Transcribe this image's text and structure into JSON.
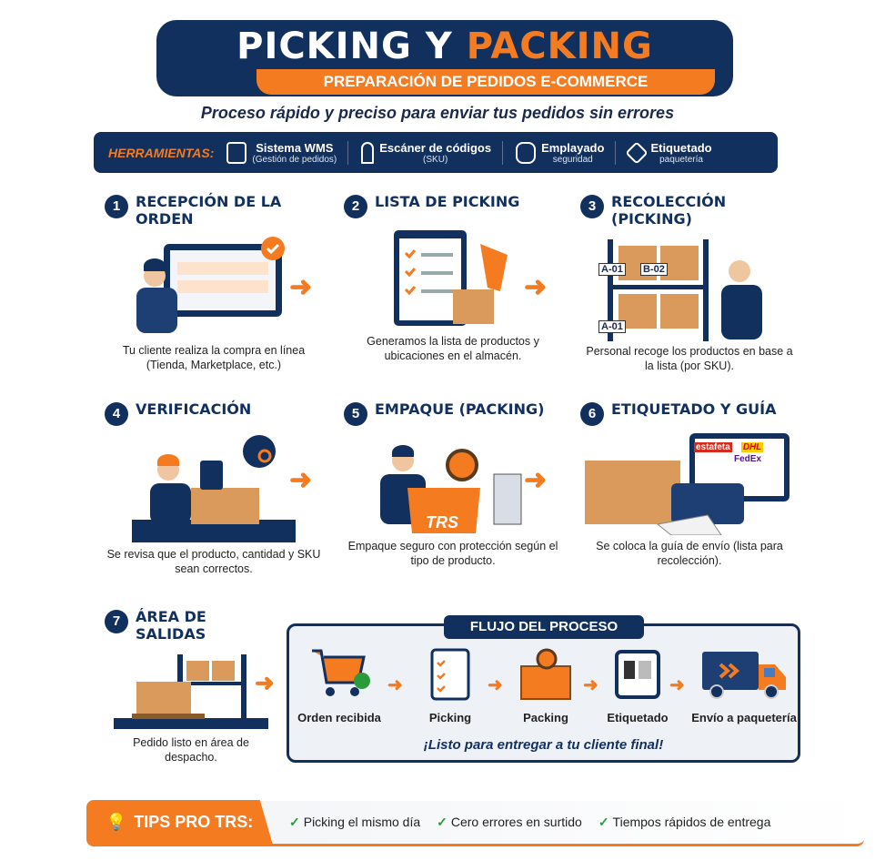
{
  "header": {
    "title_part1": "PICKING Y",
    "title_part2": "PACKING",
    "subtitle": "PREPARACIÓN DE PEDIDOS E-COMMERCE",
    "tagline": "Proceso rápido y preciso para enviar tus pedidos sin errores"
  },
  "tools": {
    "label": "HERRAMIENTAS:",
    "items": [
      {
        "icon": "wms-screen-icon",
        "name": "Sistema WMS",
        "detail": "(Gestión de pedidos)"
      },
      {
        "icon": "barcode-scanner-icon",
        "name": "Escáner de códigos",
        "detail": "(SKU)"
      },
      {
        "icon": "stretch-wrap-icon",
        "name": "Emplayado",
        "detail": "seguridad"
      },
      {
        "icon": "tag-icon",
        "name": "Etiquetado",
        "detail": "paquetería"
      }
    ]
  },
  "steps": [
    {
      "num": "1",
      "title": "RECEPCIÓN DE LA ORDEN",
      "desc": "Tu cliente realiza la compra en línea (Tienda, Marketplace, etc.)"
    },
    {
      "num": "2",
      "title": "LISTA DE PICKING",
      "desc": "Generamos la lista de productos y ubicaciones en el almacén."
    },
    {
      "num": "3",
      "title": "RECOLECCIÓN (PICKING)",
      "desc": "Personal recoge los productos en base a la lista (por SKU).",
      "shelf_labels": [
        "A-01",
        "B-02",
        "A-01"
      ]
    },
    {
      "num": "4",
      "title": "VERIFICACIÓN",
      "desc": "Se revisa que el producto, cantidad y SKU sean correctos."
    },
    {
      "num": "5",
      "title": "EMPAQUE (PACKING)",
      "desc": "Empaque seguro con protección según el tipo de producto.",
      "box_brand": "TRS"
    },
    {
      "num": "6",
      "title": "ETIQUETADO Y GUÍA",
      "desc": "Se coloca la guía de envío (lista para recolección).",
      "carriers": [
        "estafeta",
        "DHL",
        "FedEx"
      ]
    },
    {
      "num": "7",
      "title": "ÁREA DE SALIDAS",
      "desc": "Pedido listo en área de despacho."
    }
  ],
  "flow": {
    "title": "FLUJO DEL PROCESO",
    "items": [
      "Orden recibida",
      "Picking",
      "Packing",
      "Etiquetado",
      "Envío a paquetería"
    ],
    "footer": "¡Listo para entregar a tu cliente final!"
  },
  "tips": {
    "label": "TIPS PRO TRS:",
    "items": [
      "Picking el mismo día",
      "Cero errores en surtido",
      "Tiempos rápidos de entrega"
    ]
  },
  "colors": {
    "navy": "#12305e",
    "orange": "#f47b20",
    "green": "#2a9a3a"
  }
}
